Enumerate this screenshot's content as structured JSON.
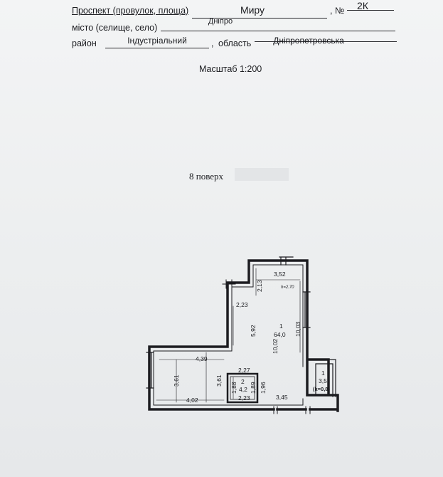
{
  "header": {
    "street_label": "Проспект (провулок, площа)",
    "street_value": "Миру",
    "number_label": ", №",
    "number_value": "2К",
    "city_label": "місто (селище, село)",
    "city_value": "Дніпро",
    "district_label": "район",
    "district_value": "Індустріальний",
    "region_separator": ",",
    "region_label": "область",
    "region_value": "Дніпропетровська"
  },
  "scale": "Масштаб 1:200",
  "floor": "8  поверх",
  "plan": {
    "dims": {
      "d352": "3,52",
      "h270": "h=2.70",
      "d213": "2,13",
      "d223top": "2,23",
      "d592": "5,92",
      "d1003": "10,03",
      "d1002": "10,02",
      "d439": "4,39",
      "d361a": "3,61",
      "d361b": "3,61",
      "d402": "4,02",
      "d227": "2,27",
      "d188": "1,88",
      "d189": "1,89",
      "d196": "1,96",
      "d223bot": "2,23",
      "d345": "3,45"
    },
    "rooms": [
      {
        "num": "1",
        "area": "64,0"
      },
      {
        "num": "2",
        "area": "4,2"
      },
      {
        "num": "1",
        "area": "3,5",
        "coef": "(k=0,8)"
      }
    ]
  }
}
